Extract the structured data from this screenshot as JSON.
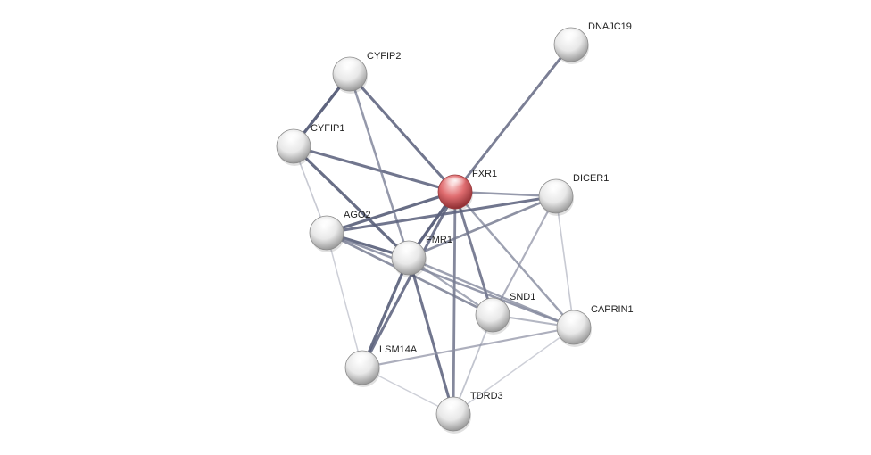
{
  "network": {
    "query_protein": "FXR1",
    "colors": {
      "query_node": "#e06d70",
      "node": "#e6e6e6",
      "edge": "#3f4766",
      "background": "#ffffff"
    },
    "nodes": [
      {
        "id": "FXR1",
        "label": "FXR1",
        "query": true
      },
      {
        "id": "DNAJC19",
        "label": "DNAJC19",
        "query": false
      },
      {
        "id": "CYFIP2",
        "label": "CYFIP2",
        "query": false
      },
      {
        "id": "CYFIP1",
        "label": "CYFIP1",
        "query": false
      },
      {
        "id": "DICER1",
        "label": "DICER1",
        "query": false
      },
      {
        "id": "AGO2",
        "label": "AGO2",
        "query": false
      },
      {
        "id": "FMR1",
        "label": "FMR1",
        "query": false
      },
      {
        "id": "SND1",
        "label": "SND1",
        "query": false
      },
      {
        "id": "CAPRIN1",
        "label": "CAPRIN1",
        "query": false
      },
      {
        "id": "LSM14A",
        "label": "LSM14A",
        "query": false
      },
      {
        "id": "TDRD3",
        "label": "TDRD3",
        "query": false
      }
    ],
    "edges": [
      {
        "source": "FXR1",
        "target": "DNAJC19",
        "confidence": 0.75
      },
      {
        "source": "FXR1",
        "target": "CYFIP2",
        "confidence": 0.8
      },
      {
        "source": "FXR1",
        "target": "CYFIP1",
        "confidence": 0.8
      },
      {
        "source": "FXR1",
        "target": "DICER1",
        "confidence": 0.6
      },
      {
        "source": "FXR1",
        "target": "AGO2",
        "confidence": 0.85
      },
      {
        "source": "FXR1",
        "target": "FMR1",
        "confidence": 0.9
      },
      {
        "source": "FXR1",
        "target": "SND1",
        "confidence": 0.75
      },
      {
        "source": "FXR1",
        "target": "CAPRIN1",
        "confidence": 0.55
      },
      {
        "source": "FXR1",
        "target": "LSM14A",
        "confidence": 0.8
      },
      {
        "source": "FXR1",
        "target": "TDRD3",
        "confidence": 0.7
      },
      {
        "source": "CYFIP2",
        "target": "CYFIP1",
        "confidence": 0.9
      },
      {
        "source": "CYFIP2",
        "target": "FMR1",
        "confidence": 0.6
      },
      {
        "source": "CYFIP1",
        "target": "AGO2",
        "confidence": 0.25
      },
      {
        "source": "CYFIP1",
        "target": "FMR1",
        "confidence": 0.85
      },
      {
        "source": "DICER1",
        "target": "AGO2",
        "confidence": 0.8
      },
      {
        "source": "DICER1",
        "target": "FMR1",
        "confidence": 0.65
      },
      {
        "source": "DICER1",
        "target": "SND1",
        "confidence": 0.45
      },
      {
        "source": "DICER1",
        "target": "CAPRIN1",
        "confidence": 0.25
      },
      {
        "source": "AGO2",
        "target": "FMR1",
        "confidence": 0.85
      },
      {
        "source": "AGO2",
        "target": "SND1",
        "confidence": 0.65
      },
      {
        "source": "AGO2",
        "target": "CAPRIN1",
        "confidence": 0.6
      },
      {
        "source": "AGO2",
        "target": "LSM14A",
        "confidence": 0.2
      },
      {
        "source": "FMR1",
        "target": "SND1",
        "confidence": 0.5
      },
      {
        "source": "FMR1",
        "target": "CAPRIN1",
        "confidence": 0.55
      },
      {
        "source": "FMR1",
        "target": "LSM14A",
        "confidence": 0.85
      },
      {
        "source": "FMR1",
        "target": "TDRD3",
        "confidence": 0.8
      },
      {
        "source": "SND1",
        "target": "CAPRIN1",
        "confidence": 0.4
      },
      {
        "source": "SND1",
        "target": "TDRD3",
        "confidence": 0.3
      },
      {
        "source": "CAPRIN1",
        "target": "LSM14A",
        "confidence": 0.45
      },
      {
        "source": "CAPRIN1",
        "target": "TDRD3",
        "confidence": 0.2
      },
      {
        "source": "LSM14A",
        "target": "TDRD3",
        "confidence": 0.2
      }
    ]
  }
}
